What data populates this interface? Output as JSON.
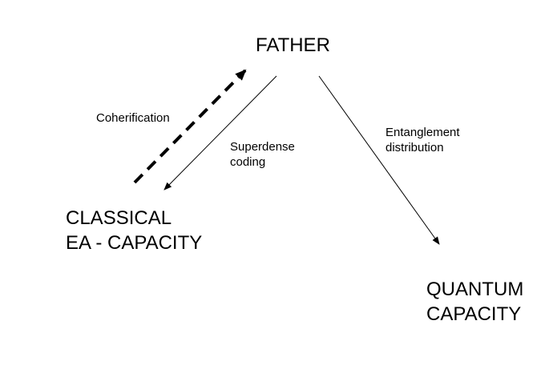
{
  "nodes": {
    "father": {
      "lines": [
        "FATHER"
      ]
    },
    "classical": {
      "lines": [
        "CLASSICAL",
        "EA - CAPACITY"
      ]
    },
    "quantum": {
      "lines": [
        "QUANTUM",
        "CAPACITY"
      ]
    }
  },
  "edges": {
    "coherification": {
      "from": "classical",
      "to": "father",
      "style": "dashed",
      "label_lines": [
        "Coherification"
      ]
    },
    "superdense": {
      "from": "father",
      "to": "classical",
      "style": "solid",
      "label_lines": [
        "Superdense",
        "coding"
      ]
    },
    "entanglement": {
      "from": "father",
      "to": "quantum",
      "style": "solid",
      "label_lines": [
        "Entanglement",
        "distribution"
      ]
    }
  },
  "colors": {
    "background": "#ffffff",
    "ink": "#000000"
  }
}
